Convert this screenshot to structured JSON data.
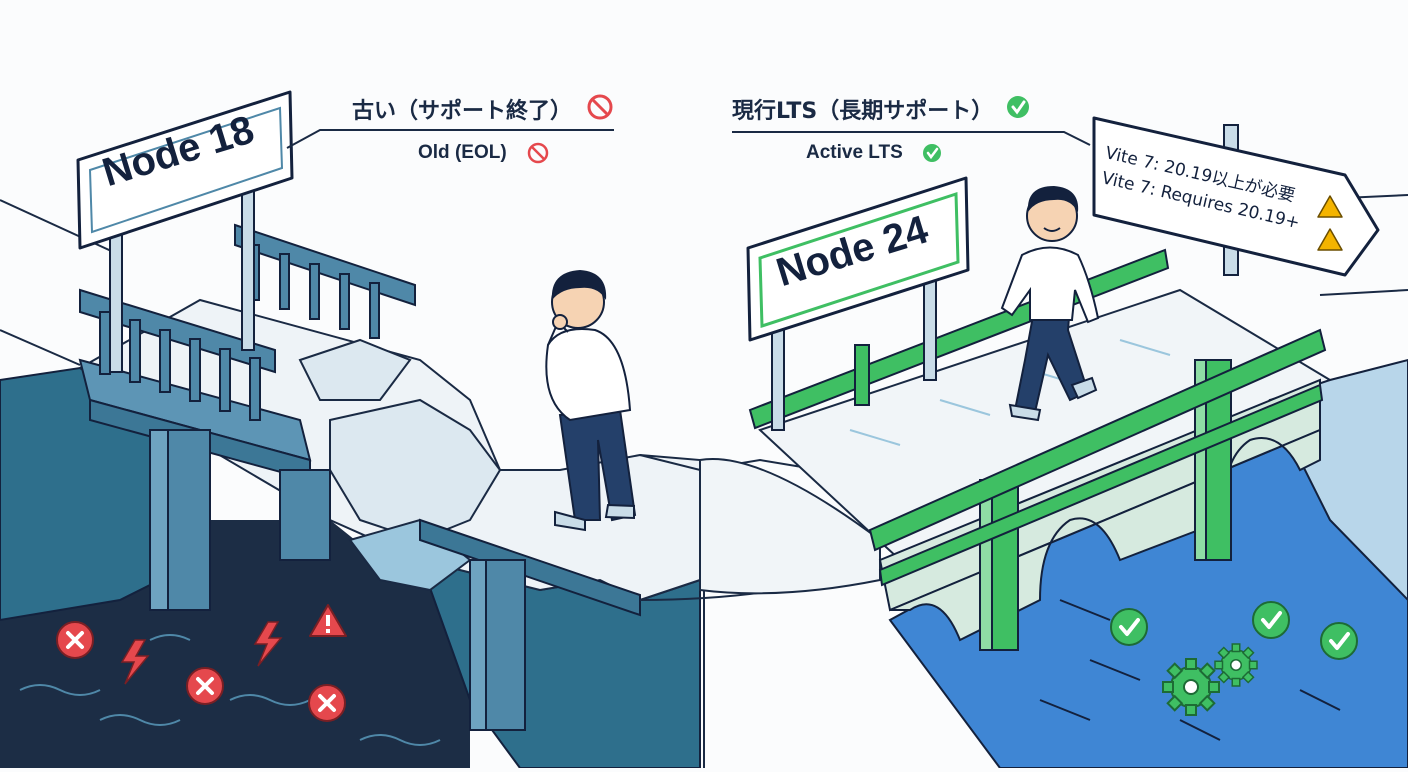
{
  "old": {
    "sign": "Node 18",
    "label_jp": "古い（サポート終了）",
    "label_en": "Old (EOL)",
    "status_icon": "prohibited-icon",
    "hazard_icons": [
      "error-x-icon",
      "lightning-icon",
      "warning-triangle-icon"
    ]
  },
  "current": {
    "sign": "Node 24",
    "label_jp": "現行LTS（長期サポート）",
    "label_en": "Active LTS",
    "status_icon": "check-circle-icon",
    "ok_icons": [
      "check-circle-icon",
      "gear-icon"
    ]
  },
  "vite_sign": {
    "line1": "Vite 7: 20.19以上が必要",
    "line2": "Vite 7: Requires 20.19+",
    "icon": "warning-triangle-icon"
  },
  "colors": {
    "old_bridge": "#4f88a8",
    "dark_water": "#1c2d45",
    "new_bridge": "#2fae56",
    "river": "#3f86d4",
    "error": "#e5484d",
    "ok": "#2fae56",
    "warning": "#f4b400"
  }
}
